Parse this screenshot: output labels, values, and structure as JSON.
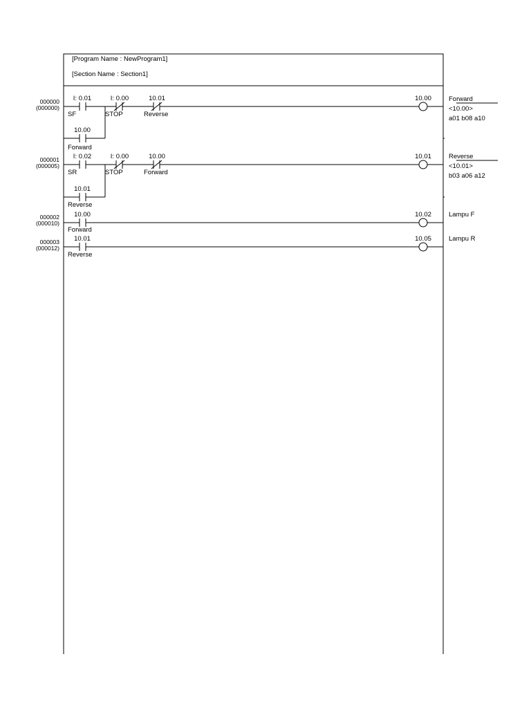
{
  "header": {
    "program_name": "[Program Name : NewProgram1]",
    "section_name": "[Section Name : Section1]"
  },
  "rungs": [
    {
      "number": "000000",
      "step": "(000000)",
      "contacts": [
        {
          "type": "NO",
          "address": "I: 0.01",
          "comment": "SF"
        },
        {
          "type": "NC",
          "address": "I: 0.00",
          "comment": "STOP"
        },
        {
          "type": "NC",
          "address": "10.01",
          "comment": "Reverse"
        }
      ],
      "branch": {
        "type": "NO",
        "address": "10.00",
        "comment": "Forward"
      },
      "coil": {
        "address": "10.00",
        "name": "Forward",
        "ref": "<10.00>",
        "xref": "a01 b08 a10"
      }
    },
    {
      "number": "000001",
      "step": "(000005)",
      "contacts": [
        {
          "type": "NO",
          "address": "I: 0.02",
          "comment": "SR"
        },
        {
          "type": "NC",
          "address": "I: 0.00",
          "comment": "STOP"
        },
        {
          "type": "NC",
          "address": "10.00",
          "comment": "Forward"
        }
      ],
      "branch": {
        "type": "NO",
        "address": "10.01",
        "comment": "Reverse"
      },
      "coil": {
        "address": "10.01",
        "name": "Reverse",
        "ref": "<10.01>",
        "xref": "b03 a06 a12"
      }
    },
    {
      "number": "000002",
      "step": "(000010)",
      "contacts": [
        {
          "type": "NO",
          "address": "10.00",
          "comment": "Forward"
        }
      ],
      "coil": {
        "address": "10.02",
        "name": "Lampu F"
      }
    },
    {
      "number": "000003",
      "step": "(000012)",
      "contacts": [
        {
          "type": "NO",
          "address": "10.01",
          "comment": "Reverse"
        }
      ],
      "coil": {
        "address": "10.05",
        "name": "Lampu R"
      }
    }
  ]
}
